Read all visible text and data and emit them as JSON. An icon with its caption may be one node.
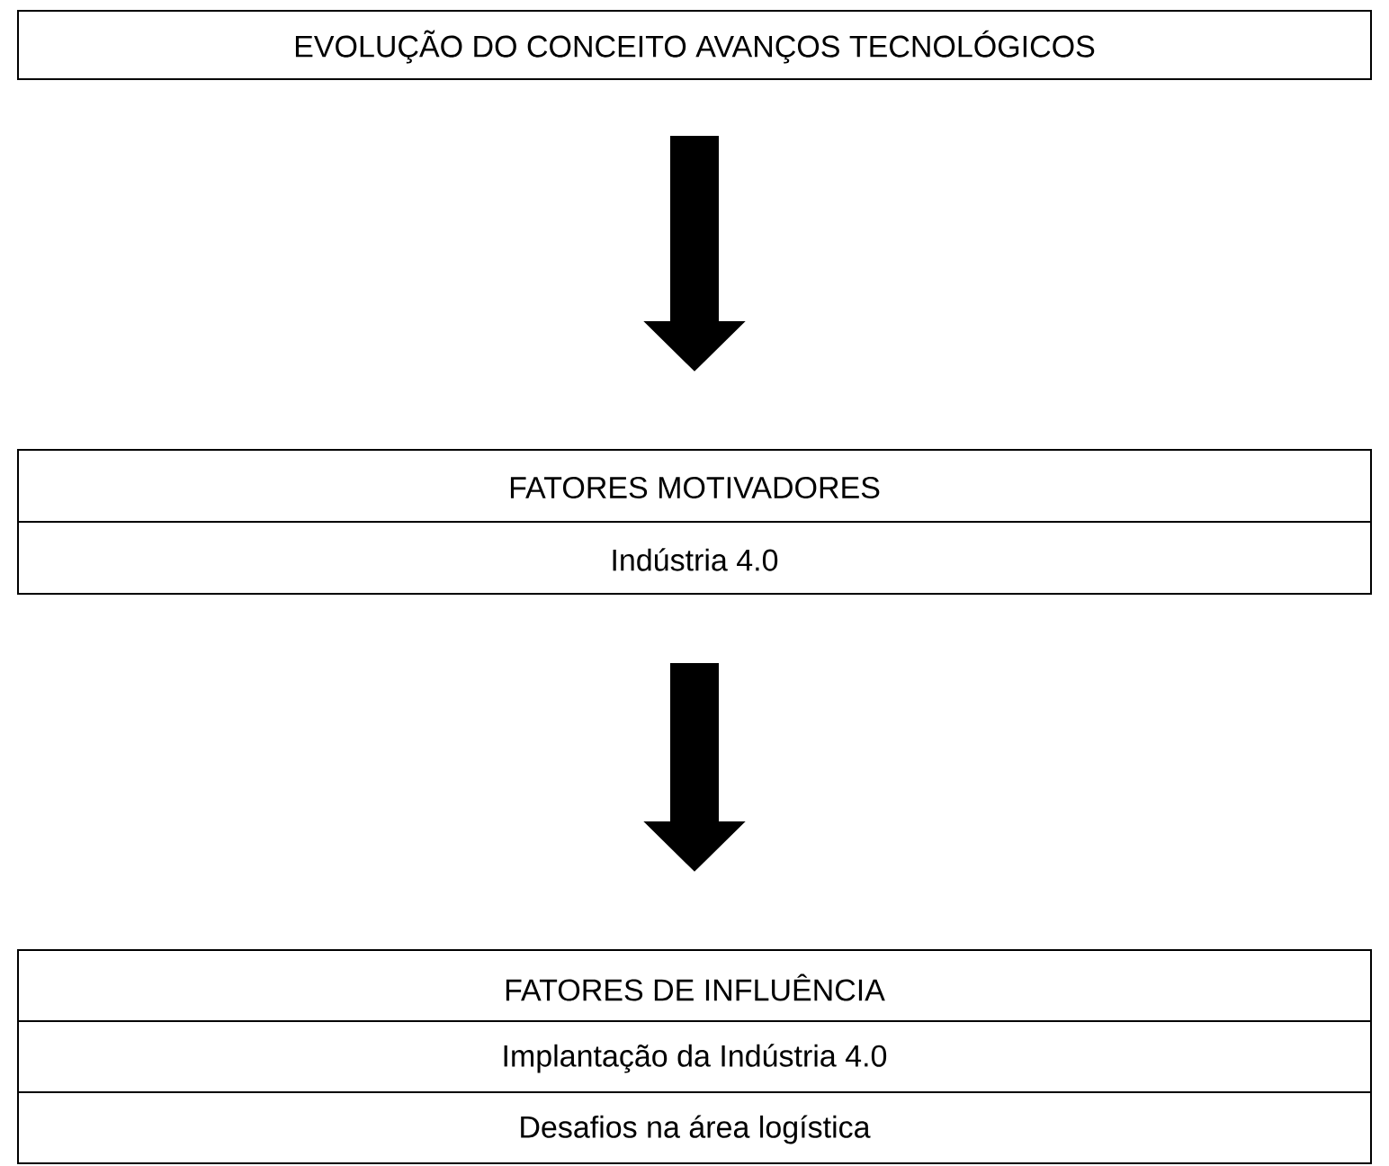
{
  "diagram": {
    "nodes": [
      {
        "text": [
          "EVOLUÇÃO DO CONCEITO AVANÇOS TECNOLÓGICOS"
        ]
      },
      {
        "text": [
          "FATORES MOTIVADORES",
          "Indústria 4.0"
        ]
      },
      {
        "text": [
          "FATORES DE INFLUÊNCIA",
          "Implantação da Indústria 4.0",
          "Desafios na área logística"
        ]
      }
    ],
    "edges": [
      {
        "from": 0,
        "to": 1,
        "arrow": "to"
      },
      {
        "from": 1,
        "to": 2,
        "arrow": "to"
      }
    ]
  }
}
